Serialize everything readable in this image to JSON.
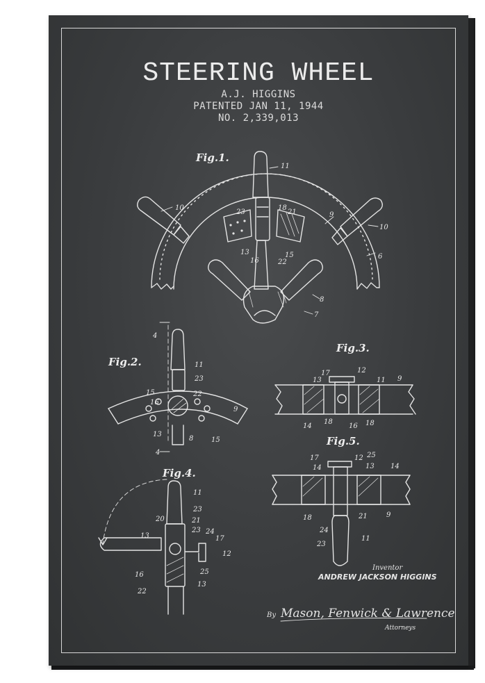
{
  "patent": {
    "title": "STEERING WHEEL",
    "inventor_name": "A.J. HIGGINS",
    "patented": "PATENTED JAN 11, 1944",
    "number": "NO. 2,339,013"
  },
  "figures": {
    "fig1": "Fig.1.",
    "fig2": "Fig.2.",
    "fig3": "Fig.3.",
    "fig4": "Fig.4.",
    "fig5": "Fig.5."
  },
  "signature": {
    "inventor_caption": "Inventor",
    "inventor_full": "ANDREW JACKSON HIGGINS",
    "by": "By",
    "attorney_signature": "Mason, Fenwick & Lawrence",
    "attorney_caption": "Attorneys"
  },
  "labels": {
    "n4": "4",
    "n6": "6",
    "n7": "7",
    "n8": "8",
    "n9": "9",
    "n10": "10",
    "n11": "11",
    "n12": "12",
    "n13": "13",
    "n14": "14",
    "n15": "15",
    "n16": "16",
    "n17": "17",
    "n18": "18",
    "n20": "20",
    "n21": "21",
    "n22": "22",
    "n23": "23",
    "n24": "24",
    "n25": "25"
  },
  "colors": {
    "background": "#3a3c3e",
    "ink": "#e6e6e6"
  }
}
